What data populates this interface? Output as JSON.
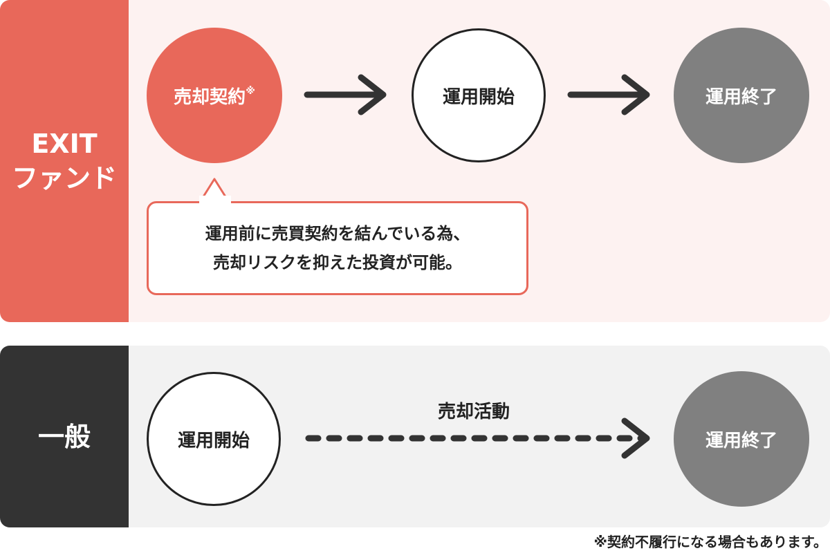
{
  "exit_row": {
    "label_line1": "EXIT",
    "label_line2": "ファンド",
    "step1": "売却契約",
    "step1_mark": "※",
    "step2": "運用開始",
    "step3": "運用終了",
    "note_line1": "運用前に売買契約を結んでいる為、",
    "note_line2": "売却リスクを抑えた投資が可能。"
  },
  "general_row": {
    "label": "一般",
    "step1": "運用開始",
    "activity": "売却活動",
    "step2": "運用終了"
  },
  "footnote": "※契約不履行になる場合もあります。",
  "colors": {
    "exit_accent": "#e8685a",
    "exit_background": "#fdf2f1",
    "general_accent": "#333333",
    "general_background": "#f2f2f2",
    "end_circle": "#808080"
  }
}
